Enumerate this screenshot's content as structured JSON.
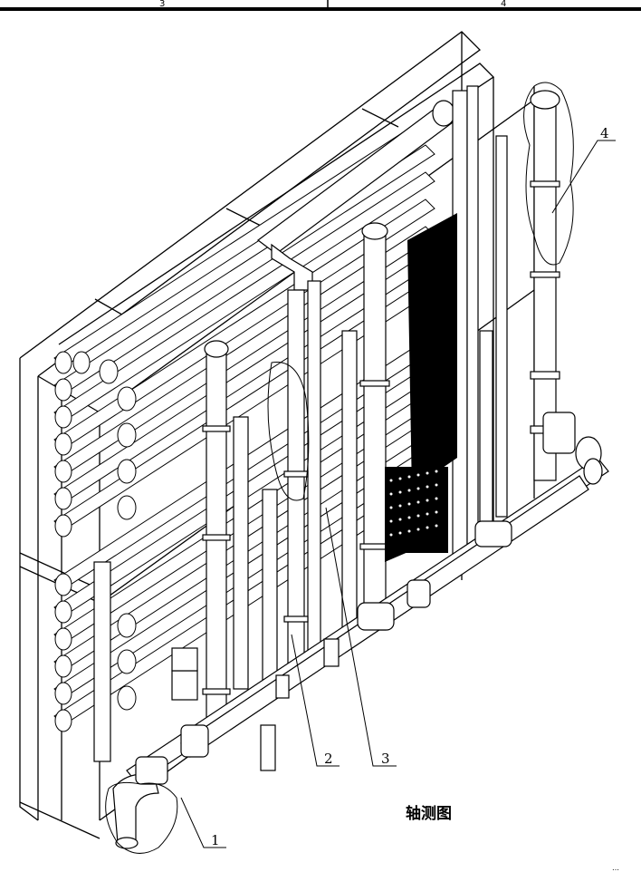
{
  "header": {
    "cell_left": "3",
    "cell_right": "4"
  },
  "callouts": [
    {
      "label": "1",
      "part": "feed-header-pipe"
    },
    {
      "label": "2",
      "part": "control-valve"
    },
    {
      "label": "3",
      "part": "instrument-pipe"
    },
    {
      "label": "4",
      "part": "vertical-header-pipe"
    }
  ],
  "caption": "轴测图",
  "corner_text": "…"
}
